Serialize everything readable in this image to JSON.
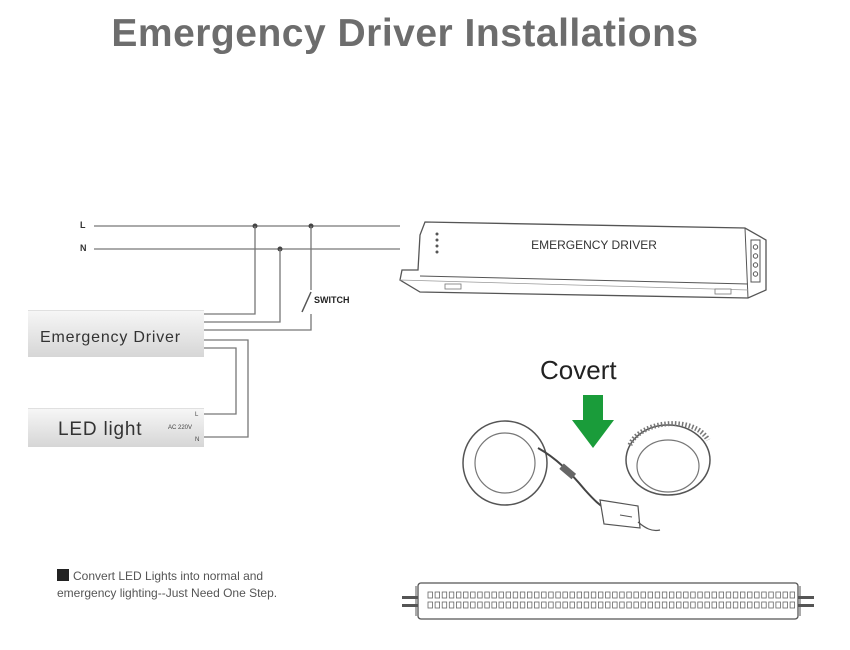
{
  "title": "Emergency Driver Installations",
  "wiring": {
    "line_label": "L",
    "neutral_label": "N",
    "switch_label": "SWITCH"
  },
  "emergency_driver_box": {
    "label": "Emergency Driver"
  },
  "led_light_box": {
    "label": "LED light",
    "voltage_label": "AC 220V",
    "terminal_l": "L",
    "terminal_n": "N"
  },
  "driver_product": {
    "label": "EMERGENCY DRIVER"
  },
  "convert": {
    "label": "Covert",
    "arrow_color": "#1a9c3a"
  },
  "note": {
    "line1": "Convert LED  Lights into normal and",
    "line2": "emergency lighting--Just Need One Step."
  },
  "icons": [
    "arrow-down-icon",
    "downlight-panel-icon",
    "led-tube-icon",
    "driver-module-icon"
  ]
}
